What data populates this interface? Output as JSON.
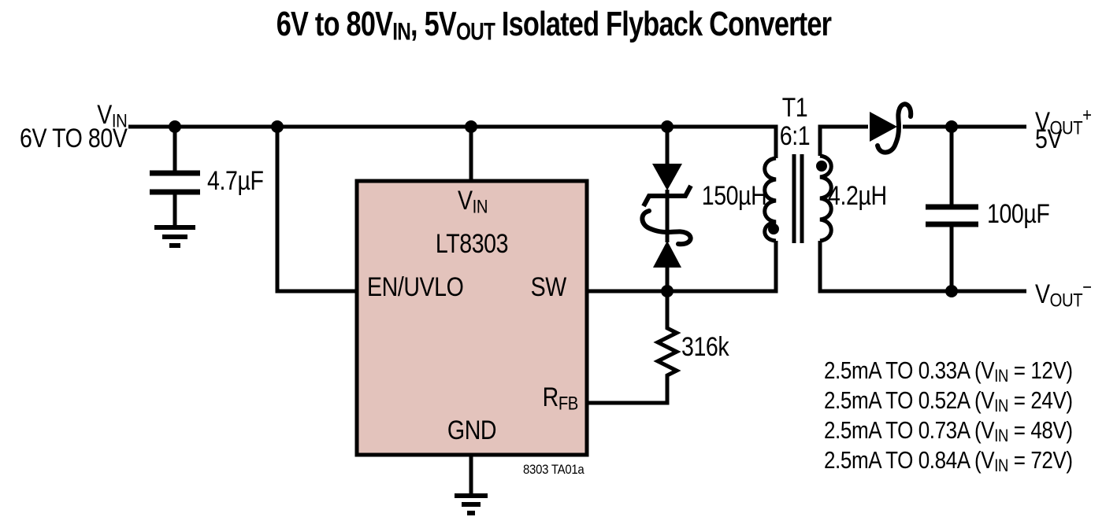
{
  "title": {
    "p1": "6V to 80V",
    "s1": "IN",
    "p2": ", 5V",
    "s2": "OUT",
    "p3": " Isolated Flyback Converter"
  },
  "input": {
    "vin_main": "V",
    "vin_sub": "IN",
    "range": "6V TO 80V",
    "cap_value": "4.7µF"
  },
  "ic": {
    "part": "LT8303",
    "pin_vin_main": "V",
    "pin_vin_sub": "IN",
    "pin_en": "EN/UVLO",
    "pin_sw": "SW",
    "pin_rfb_main": "R",
    "pin_rfb_sub": "FB",
    "pin_gnd": "GND"
  },
  "transformer": {
    "name": "T1",
    "ratio": "6:1",
    "primary_inductance": "150µH",
    "secondary_inductance": "4.2µH"
  },
  "feedback_resistor": "316k",
  "output": {
    "cap_value": "100µF",
    "vout_pos_main": "V",
    "vout_pos_sub": "OUT",
    "vout_pos_sup": "+",
    "voltage": "5V",
    "vout_neg_main": "V",
    "vout_neg_sub": "OUT",
    "vout_neg_sup": "−"
  },
  "ratings": [
    {
      "prefix": "2.5mA TO 0.33A (V",
      "sub": "IN",
      "suffix": " = 12V)"
    },
    {
      "prefix": "2.5mA TO 0.52A (V",
      "sub": "IN",
      "suffix": " = 24V)"
    },
    {
      "prefix": "2.5mA TO 0.73A (V",
      "sub": "IN",
      "suffix": " = 48V)"
    },
    {
      "prefix": "2.5mA TO 0.84A (V",
      "sub": "IN",
      "suffix": " = 72V)"
    }
  ],
  "note": "8303 TA01a",
  "colors": {
    "ic_fill": "#e3c3bc",
    "line": "#000000",
    "background": "#ffffff"
  }
}
